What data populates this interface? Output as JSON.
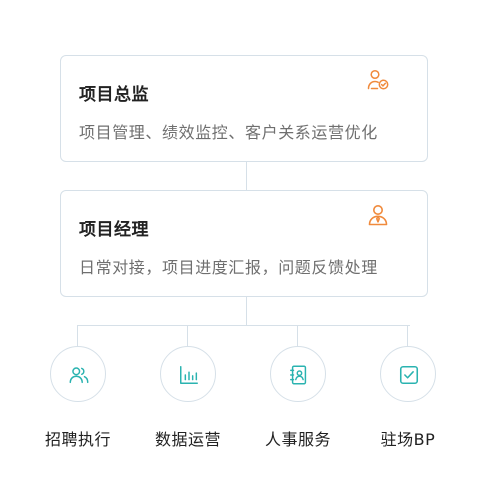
{
  "director": {
    "title": "项目总监",
    "description": "项目管理、绩效监控、客户关系运营优化",
    "icon": "manager-badge-icon"
  },
  "manager": {
    "title": "项目经理",
    "description": "日常对接，项目进度汇报，问题反馈处理",
    "icon": "person-icon"
  },
  "roles": [
    {
      "label": "招聘执行",
      "icon": "users-icon"
    },
    {
      "label": "数据运营",
      "icon": "bar-chart-icon"
    },
    {
      "label": "人事服务",
      "icon": "contact-book-icon"
    },
    {
      "label": "驻场BP",
      "icon": "checkbox-icon"
    }
  ],
  "colors": {
    "accent_orange": "#f08a3c",
    "accent_teal": "#2ab3b0",
    "border": "#d6e0e8"
  }
}
